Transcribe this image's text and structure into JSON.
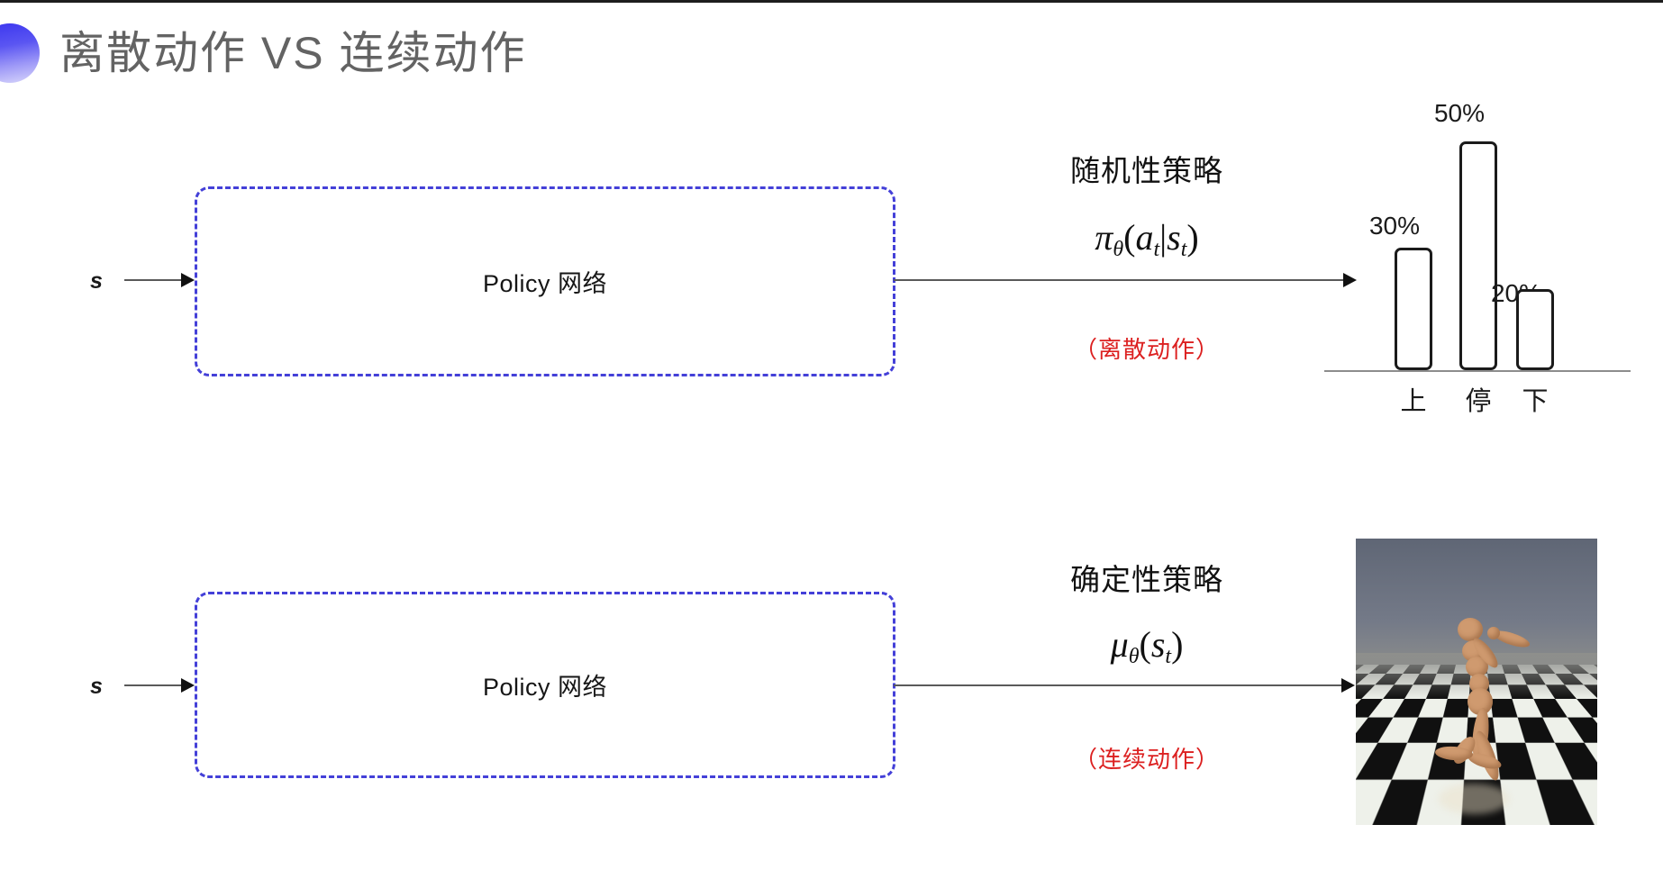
{
  "slide": {
    "title": "离散动作 VS 连续动作",
    "accent_color": "#3a35ef",
    "note_color": "#dc2020",
    "box_border_color": "#4440d8"
  },
  "rows": [
    {
      "id": "discrete",
      "state_label": "s",
      "policy_box_label": "Policy 网络",
      "policy_caption": "随机性策略",
      "formula": {
        "symbol": "π",
        "subscript": "θ",
        "open": "(",
        "arg1": "a",
        "arg1_sub": "t",
        "separator": "|",
        "arg2": "s",
        "arg2_sub": "t",
        "close": ")",
        "plain": "πθ(at|st)"
      },
      "note": "（离散动作）",
      "output_kind": "bar-chart"
    },
    {
      "id": "continuous",
      "state_label": "s",
      "policy_box_label": "Policy 网络",
      "policy_caption": "确定性策略",
      "formula": {
        "symbol": "μ",
        "subscript": "θ",
        "open": "(",
        "arg1": "s",
        "arg1_sub": "t",
        "separator": "",
        "arg2": "",
        "arg2_sub": "",
        "close": ")",
        "plain": "μθ(st)"
      },
      "note": "（连续动作）",
      "output_kind": "humanoid-simulation"
    }
  ],
  "chart_data": {
    "type": "bar",
    "title": "",
    "xlabel": "",
    "ylabel": "",
    "categories": [
      "上",
      "停",
      "下"
    ],
    "values": [
      30,
      50,
      20
    ],
    "value_labels": [
      "30%",
      "50%",
      "20%"
    ],
    "ylim": [
      0,
      55
    ],
    "grid": false,
    "legend": "none"
  }
}
